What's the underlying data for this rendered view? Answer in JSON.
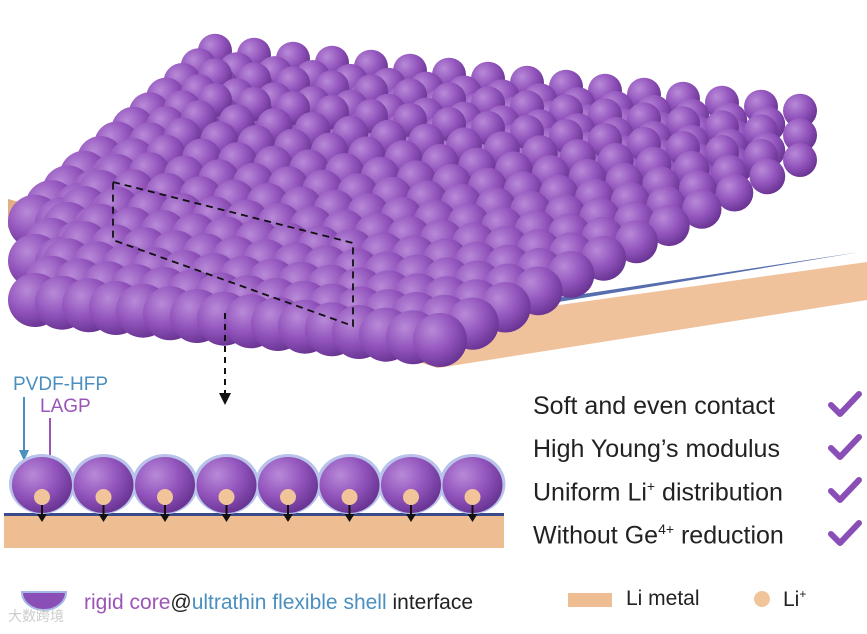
{
  "labels": {
    "shell": "PVDF-HFP",
    "core": "LAGP"
  },
  "features": [
    {
      "pre": "Soft and even contact",
      "sup": "",
      "post": ""
    },
    {
      "pre": "High Young’s modulus",
      "sup": "",
      "post": ""
    },
    {
      "pre": "Uniform Li",
      "sup": "+",
      "post": " distribution"
    },
    {
      "pre": "Without Ge",
      "sup": "4+",
      "post": " reduction"
    }
  ],
  "legend": {
    "part1": "rigid core",
    "at": "@",
    "part2": "ultrathin flexible shell",
    "part3": " interface",
    "li_metal": "Li metal",
    "li_ion": "Li",
    "li_ion_sup": "+"
  },
  "watermark": "大数跨境",
  "colors": {
    "sphere": "#9355bd",
    "sphere_dark": "#6a3594",
    "shell_outline": "#a6b7e6",
    "li_metal": "#efbd92",
    "li_ion": "#f2c49a",
    "check": "#8a4fb6",
    "label_shell": "#4a8fc0",
    "label_core": "#9b55b8",
    "text": "#222222"
  }
}
